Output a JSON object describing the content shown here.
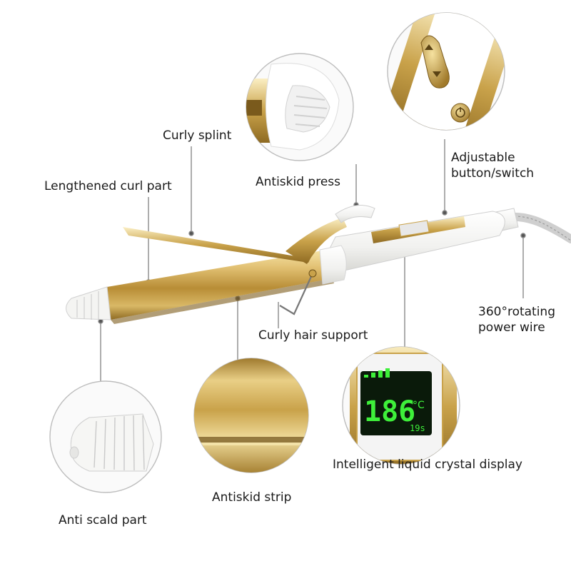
{
  "labels": {
    "curly_splint": "Curly splint",
    "antiskid_press": "Antiskid press",
    "adjustable_line1": "Adjustable",
    "adjustable_line2": "button/switch",
    "lengthened_curl_part": "Lengthened curl part",
    "rotating_line1": "360°rotating",
    "rotating_line2": "power wire",
    "curly_hair_support": "Curly hair support",
    "intelligent_display": "Intelligent liquid crystal display",
    "antiskid_strip": "Antiskid strip",
    "anti_scald_part": "Anti scald part"
  },
  "display": {
    "temperature": "186",
    "unit": "°C",
    "timer": "19s"
  },
  "colors": {
    "gold": "#c9a24a",
    "gold_light": "#f2dc9a",
    "gold_dark": "#8e6a22",
    "white_body": "#f7f7f5",
    "lcd_green": "#3ef03a",
    "lcd_bg": "#0a1a0a",
    "leader_line": "#8a8a8a",
    "text": "#1a1a1a"
  },
  "icons": [
    "power-icon",
    "arrow-up-icon",
    "arrow-down-icon",
    "rotating-cord-icon"
  ]
}
